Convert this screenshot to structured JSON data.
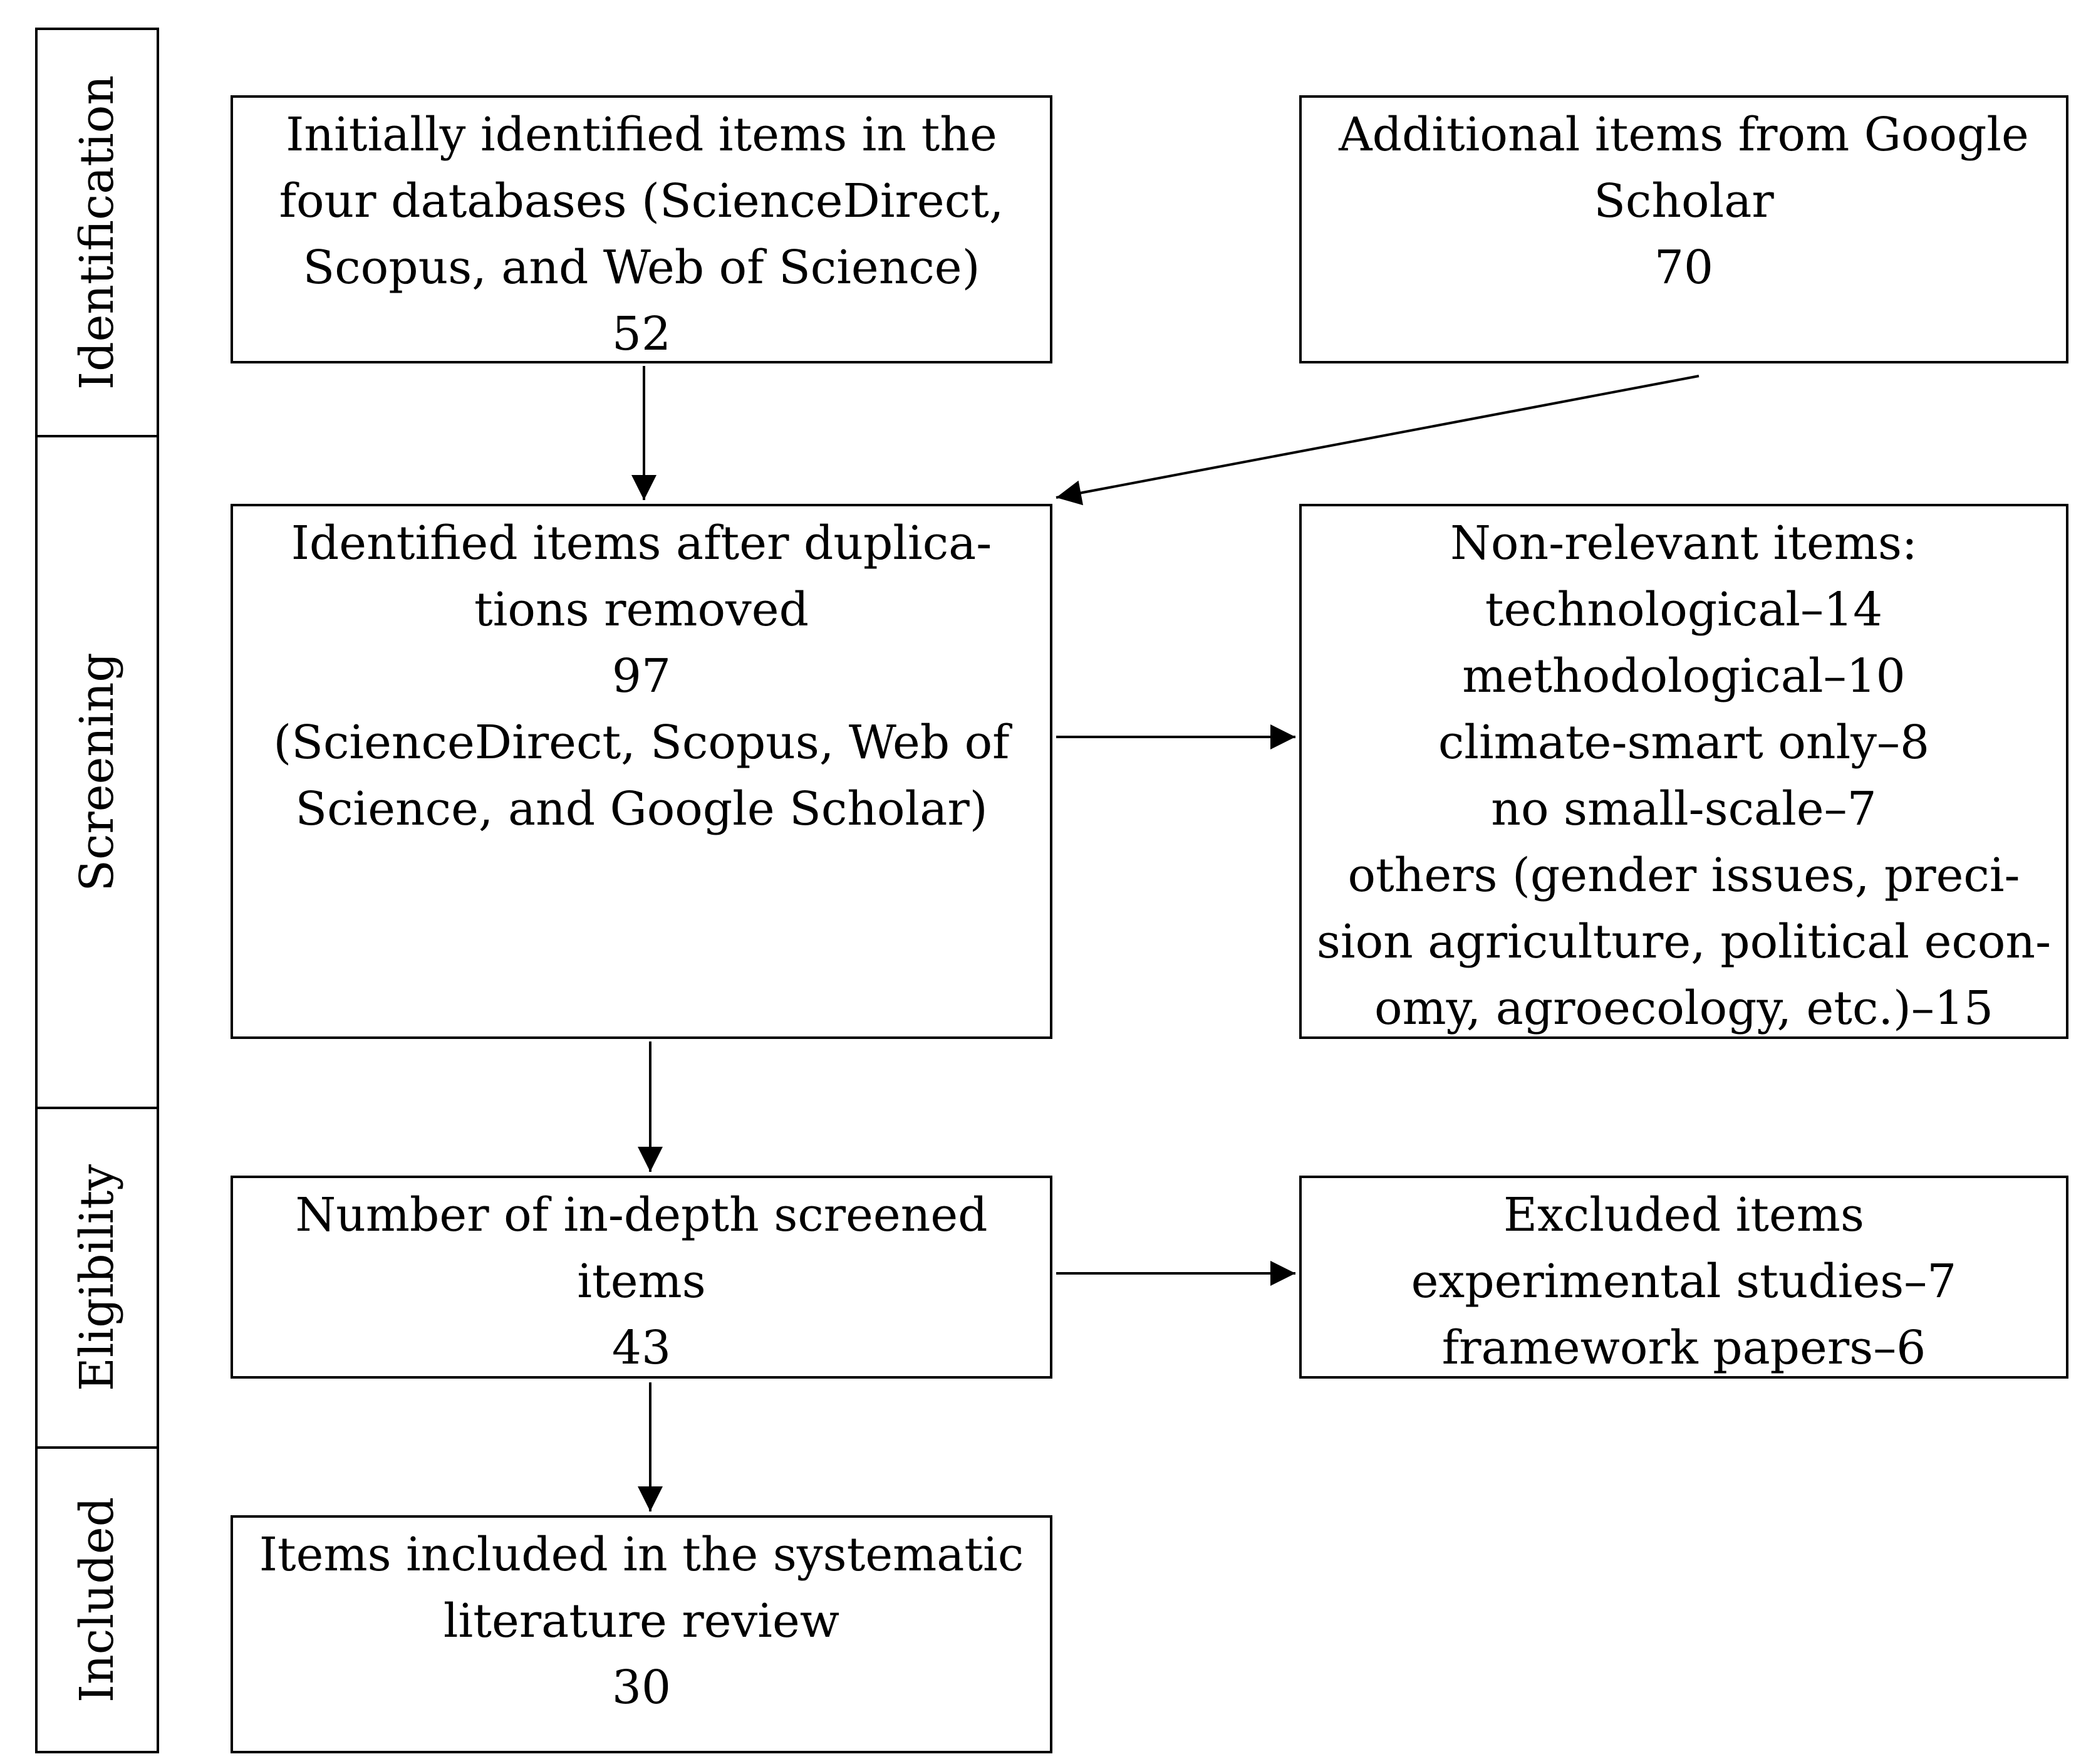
{
  "phases": [
    {
      "label": "Identification"
    },
    {
      "label": "Screening"
    },
    {
      "label": "Eligibility"
    },
    {
      "label": "Included"
    }
  ],
  "boxes": {
    "initial": {
      "lines": [
        "Initially identified items in the",
        "four databases (ScienceDirect,",
        "Scopus, and Web of Science)",
        "52"
      ]
    },
    "additional": {
      "lines": [
        "Additional items from Google",
        "Scholar",
        "70"
      ]
    },
    "after_dup": {
      "lines": [
        "Identified items after duplica-",
        "tions removed",
        "97",
        "(ScienceDirect, Scopus, Web of",
        "Science, and Google Scholar)"
      ]
    },
    "non_relevant": {
      "lines": [
        "Non-relevant items:",
        "technological–14",
        "methodological–10",
        "climate-smart only–8",
        "no small-scale–7",
        "others (gender issues, preci-",
        "sion agriculture, political econ-",
        "omy, agroecology, etc.)–15"
      ]
    },
    "in_depth": {
      "lines": [
        "Number of in-depth screened",
        "items",
        "43"
      ]
    },
    "excluded": {
      "lines": [
        "Excluded items",
        "experimental studies–7",
        "framework papers–6"
      ]
    },
    "included": {
      "lines": [
        "Items included in the systematic",
        "literature review",
        "30"
      ]
    }
  }
}
